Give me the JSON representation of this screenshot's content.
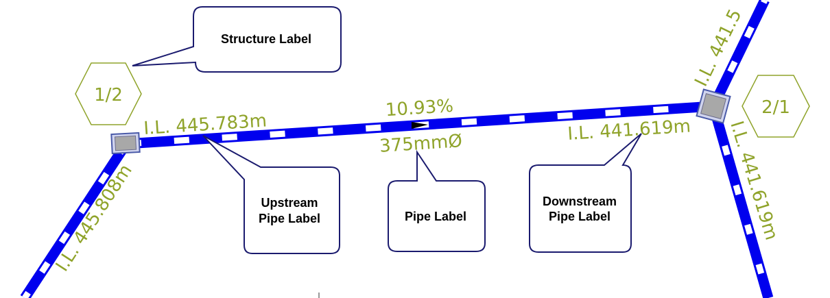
{
  "colors": {
    "pipe_blue": "#0000ee",
    "cad_green": "#8fa32a",
    "callout_border": "#1a1a6e",
    "structure_fill": "#a8a8a8",
    "structure_border": "#4a5aa8"
  },
  "structures": [
    {
      "id": "left",
      "label": "1/2"
    },
    {
      "id": "right",
      "label": "2/1"
    }
  ],
  "pipe_labels": {
    "slope": "10.93%",
    "diameter": "375mmØ",
    "upstream_il": "I.L.  445.783m",
    "downstream_il": "I.L.  441.619m",
    "left_branch_il": "I.L.  445.808m",
    "top_right_il": "I.L.  441.5",
    "bottom_right_il": "I.L.  441.619m"
  },
  "callouts": {
    "structure_label": [
      "Structure Label"
    ],
    "upstream_pipe_label": [
      "Upstream",
      "Pipe Label"
    ],
    "pipe_label": [
      "Pipe Label"
    ],
    "downstream_pipe_label": [
      "Downstream",
      "Pipe Label"
    ]
  }
}
